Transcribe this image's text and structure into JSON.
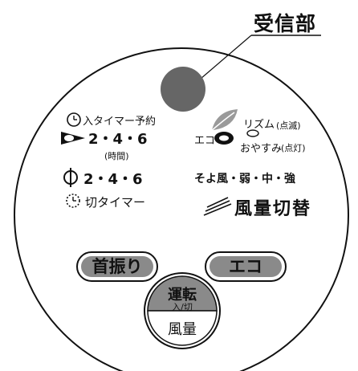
{
  "receiver_label": "受信部",
  "off_timer_reservation": "入タイマー予約",
  "off_timer_hours_top": "2・4・6",
  "hours_caption": "(時間)",
  "on_timer_hours": "2・4・6",
  "off_timer_label": "切タイマー",
  "eco_label": "エコ",
  "rhythm_label": "リズム",
  "rhythm_state": "(点滅)",
  "sleep_label": "おやすみ",
  "sleep_state": "(点灯)",
  "fan_speeds": "そよ風・弱・中・強",
  "fan_switch_label": "風量切替",
  "buttons": {
    "swing": "首振り",
    "eco": "エコ",
    "power_top": "運転",
    "power_sub": "入/切",
    "power_bottom": "風量"
  },
  "colors": {
    "button_fill": "#8a8a8a",
    "sensor_fill": "#666666",
    "eco_leaf": "#9a9a9a"
  }
}
